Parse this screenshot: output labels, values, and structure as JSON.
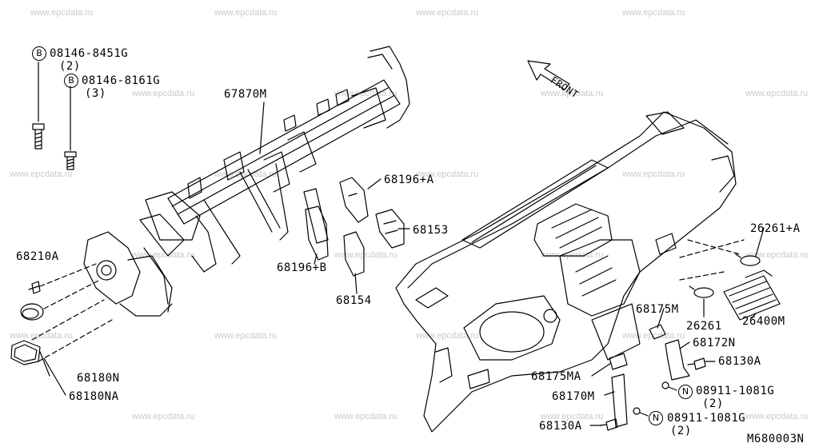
{
  "watermark": "www.epcdata.ru",
  "front_label": "FRONT",
  "diagram_code": "M680003N",
  "bolt_symbol": "B",
  "nut_symbol": "N",
  "parts": {
    "bolt1_no": "08146-8451G",
    "bolt1_qty": "(2)",
    "bolt2_no": "08146-8161G",
    "bolt2_qty": "(3)",
    "p67870M": "67870M",
    "p68196A": "68196+A",
    "p68153": "68153",
    "p68196B": "68196+B",
    "p68154": "68154",
    "p68210A": "68210A",
    "p68180N": "68180N",
    "p68180NA": "68180NA",
    "p26261A": "26261+A",
    "p26261": "26261",
    "p26400M": "26400M",
    "p68175M": "68175M",
    "p68172N": "68172N",
    "p68130A_1": "68130A",
    "p68175MA": "68175MA",
    "p68170M": "68170M",
    "p68130A_2": "68130A",
    "nut1_no": "08911-1081G",
    "nut1_qty": "(2)",
    "nut2_no": "08911-1081G",
    "nut2_qty": "(2)"
  }
}
